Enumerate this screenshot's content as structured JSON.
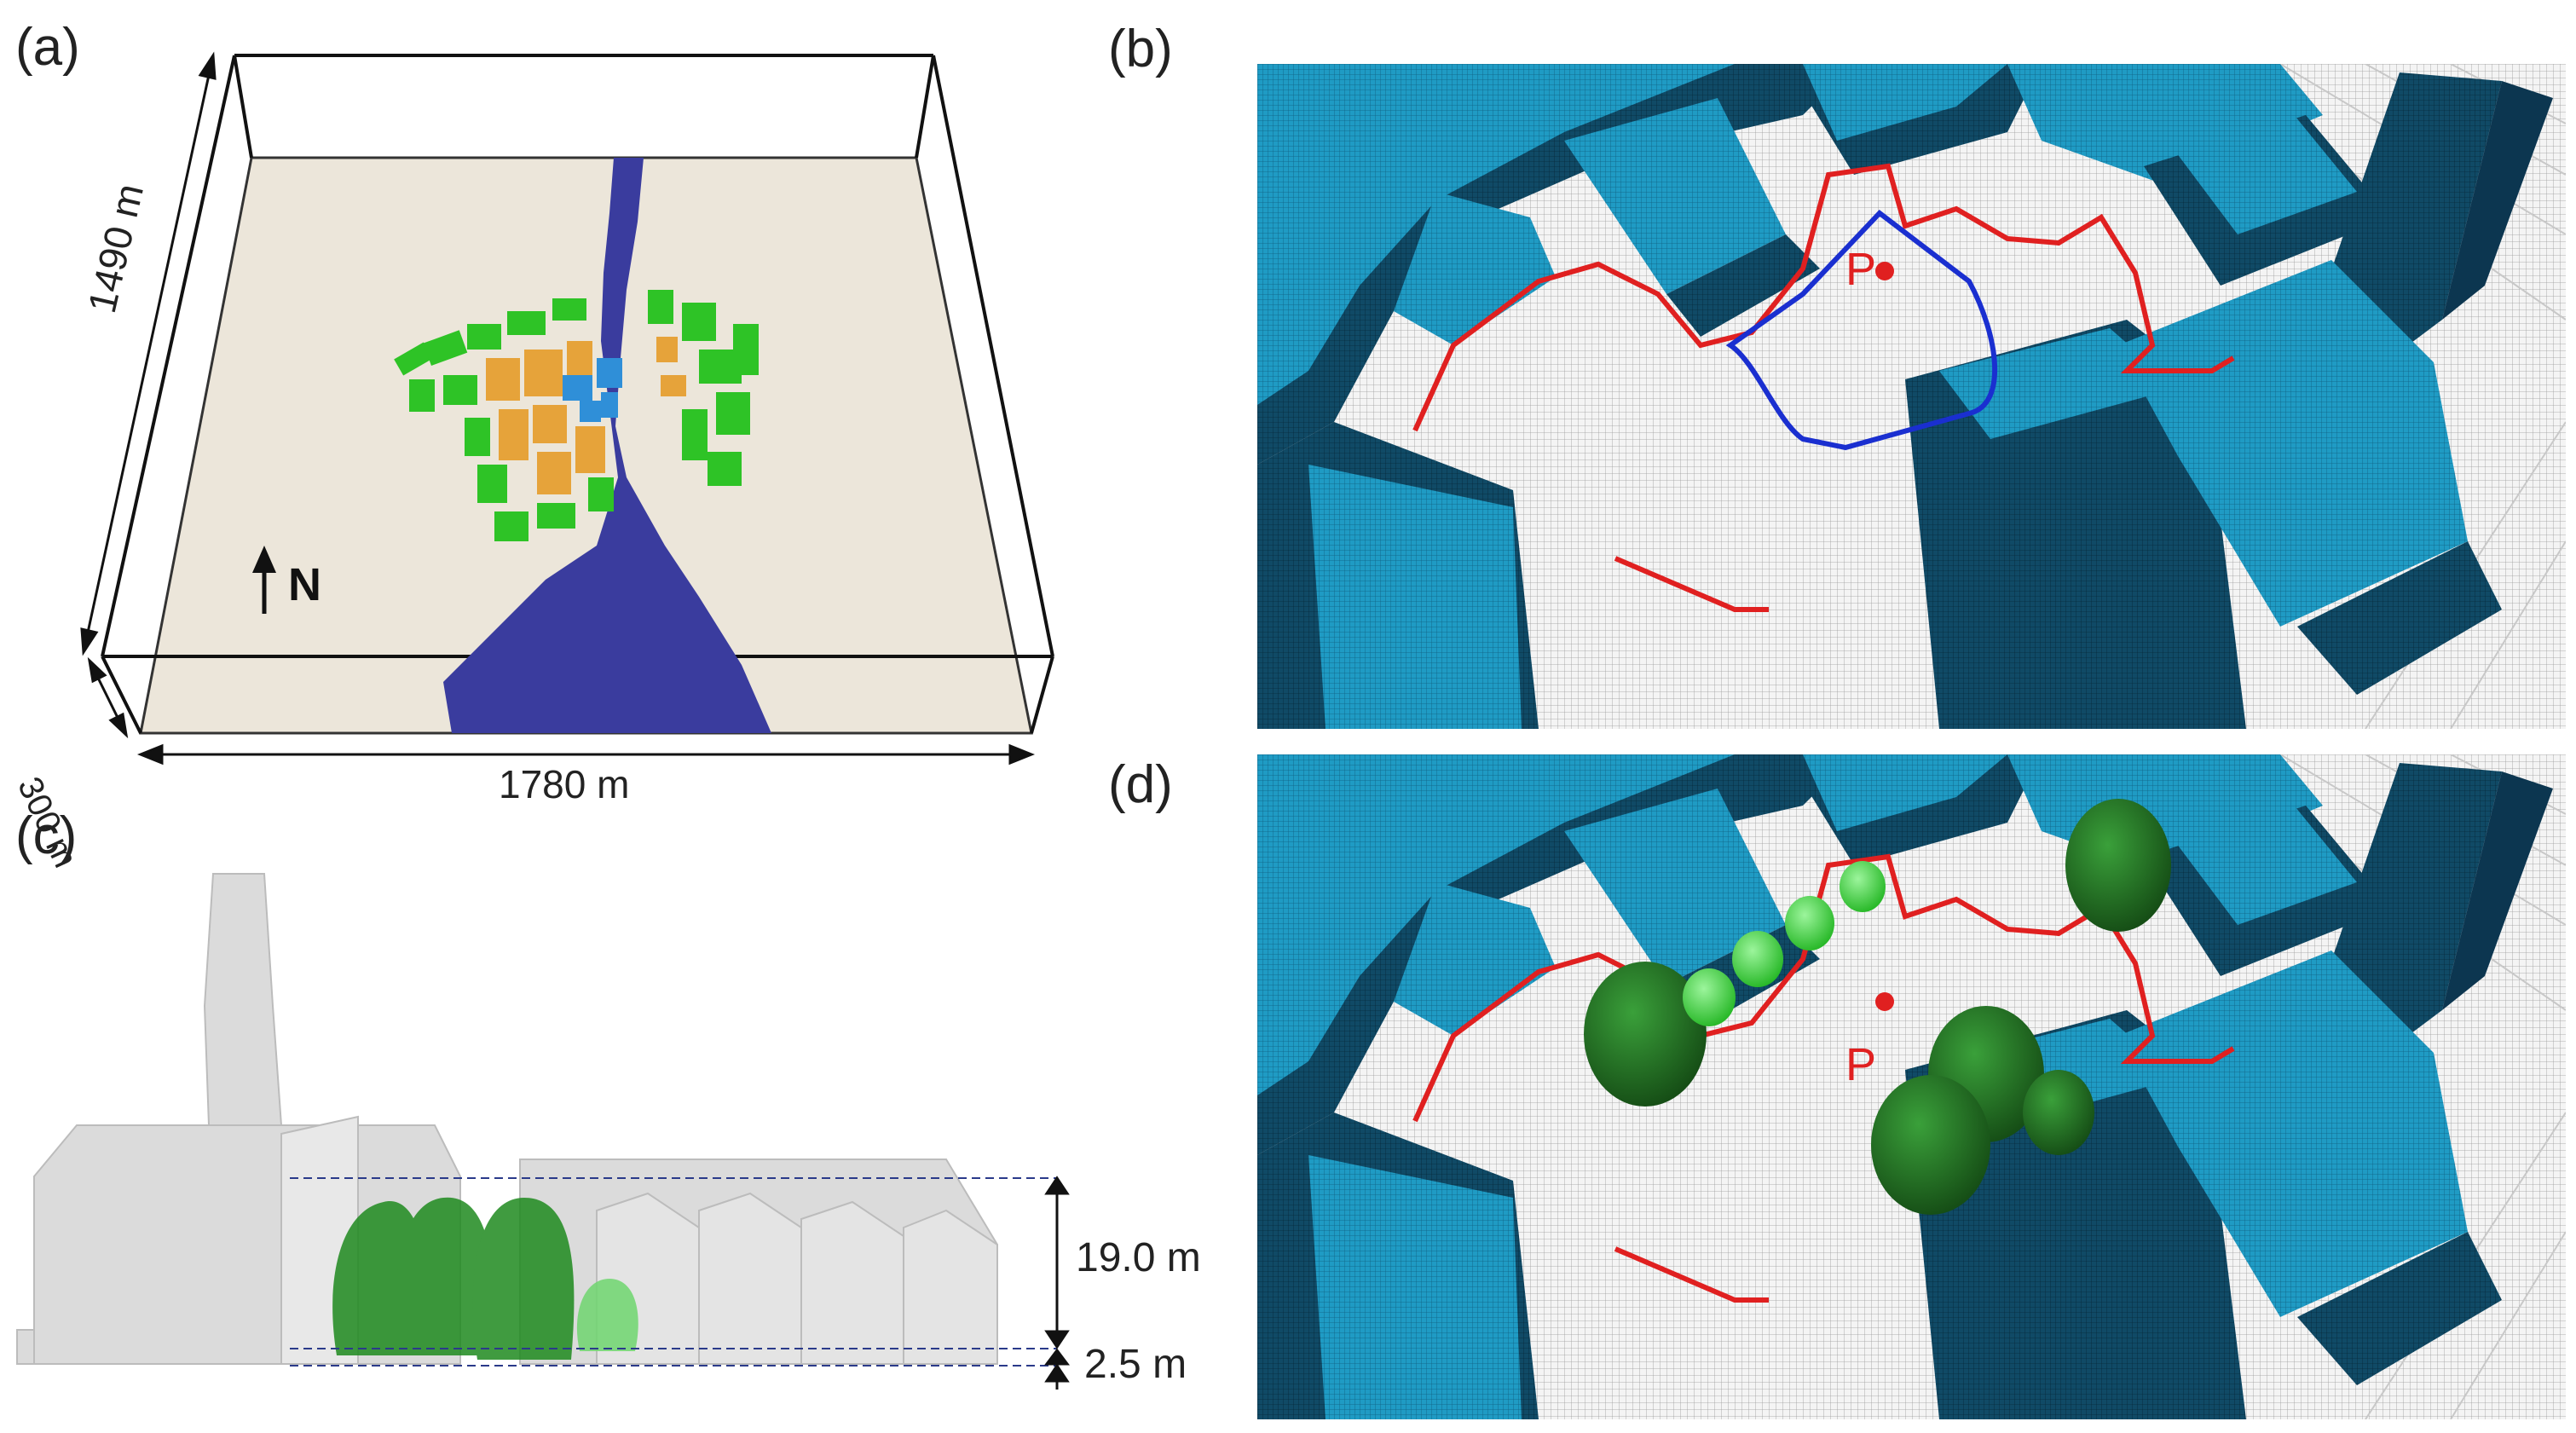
{
  "panels": {
    "a": {
      "label": "(a)",
      "dim_width": "1780 m",
      "dim_depth": "1490 m",
      "dim_height": "300 m",
      "north": "N",
      "colors": {
        "ground": "#ece6da",
        "river": "#3a3c9e",
        "green_buildings": "#2ec326",
        "orange_buildings": "#e6a33a",
        "blue_buildings": "#2f8fd8"
      }
    },
    "b": {
      "label": "(b)",
      "point": "P",
      "colors": {
        "roof": "#1f9bc4",
        "roof_dark": "#0e3a52",
        "boundary": "#e02020",
        "zone": "#1a2fd0",
        "ground": "#f4f4f4"
      }
    },
    "c": {
      "label": "(c)",
      "height_tree": "19.0 m",
      "height_trunk": "2.5 m",
      "colors": {
        "buildings": "#d8d8d8",
        "trees": "#1f8a1f"
      }
    },
    "d": {
      "label": "(d)",
      "point": "P",
      "colors": {
        "large_trees": "#1e6a1e",
        "small_trees": "#43e043"
      }
    }
  }
}
